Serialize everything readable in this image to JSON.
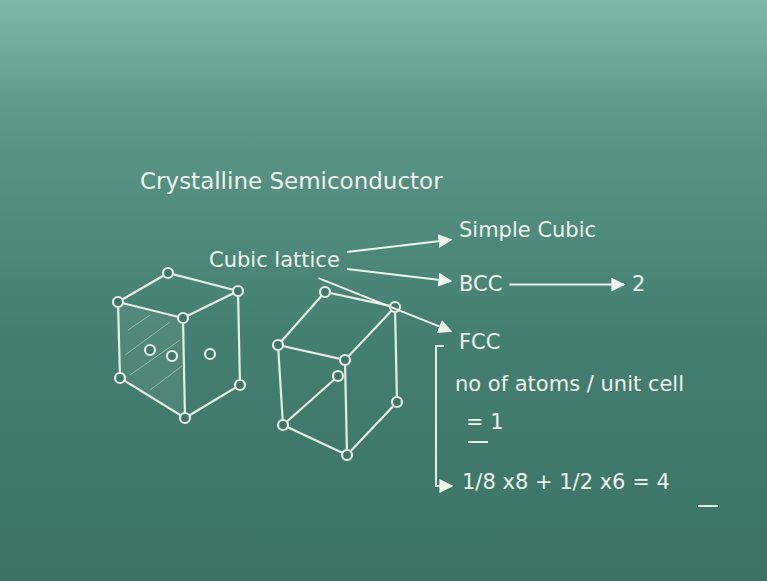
{
  "diagram": {
    "title": "Crystalline Semiconductor",
    "nodes": [
      {
        "text": [
          "Cubic lattice"
        ]
      },
      {
        "text": [
          "Simple Cubic"
        ]
      },
      {
        "text": [
          "BCC"
        ]
      },
      {
        "text": [
          "FCC"
        ]
      },
      {
        "text": [
          "2"
        ]
      }
    ],
    "edges": [
      {
        "from": 0,
        "to": 1,
        "arrow": "to"
      },
      {
        "from": 0,
        "to": 2,
        "arrow": "to"
      },
      {
        "from": 0,
        "to": 3,
        "arrow": "to"
      },
      {
        "from": 2,
        "to": 4,
        "arrow": "to"
      }
    ],
    "labels": [
      "no of atoms / unit cell",
      "= 1",
      "1/8 x8 + 1/2 x6 = 4"
    ]
  }
}
